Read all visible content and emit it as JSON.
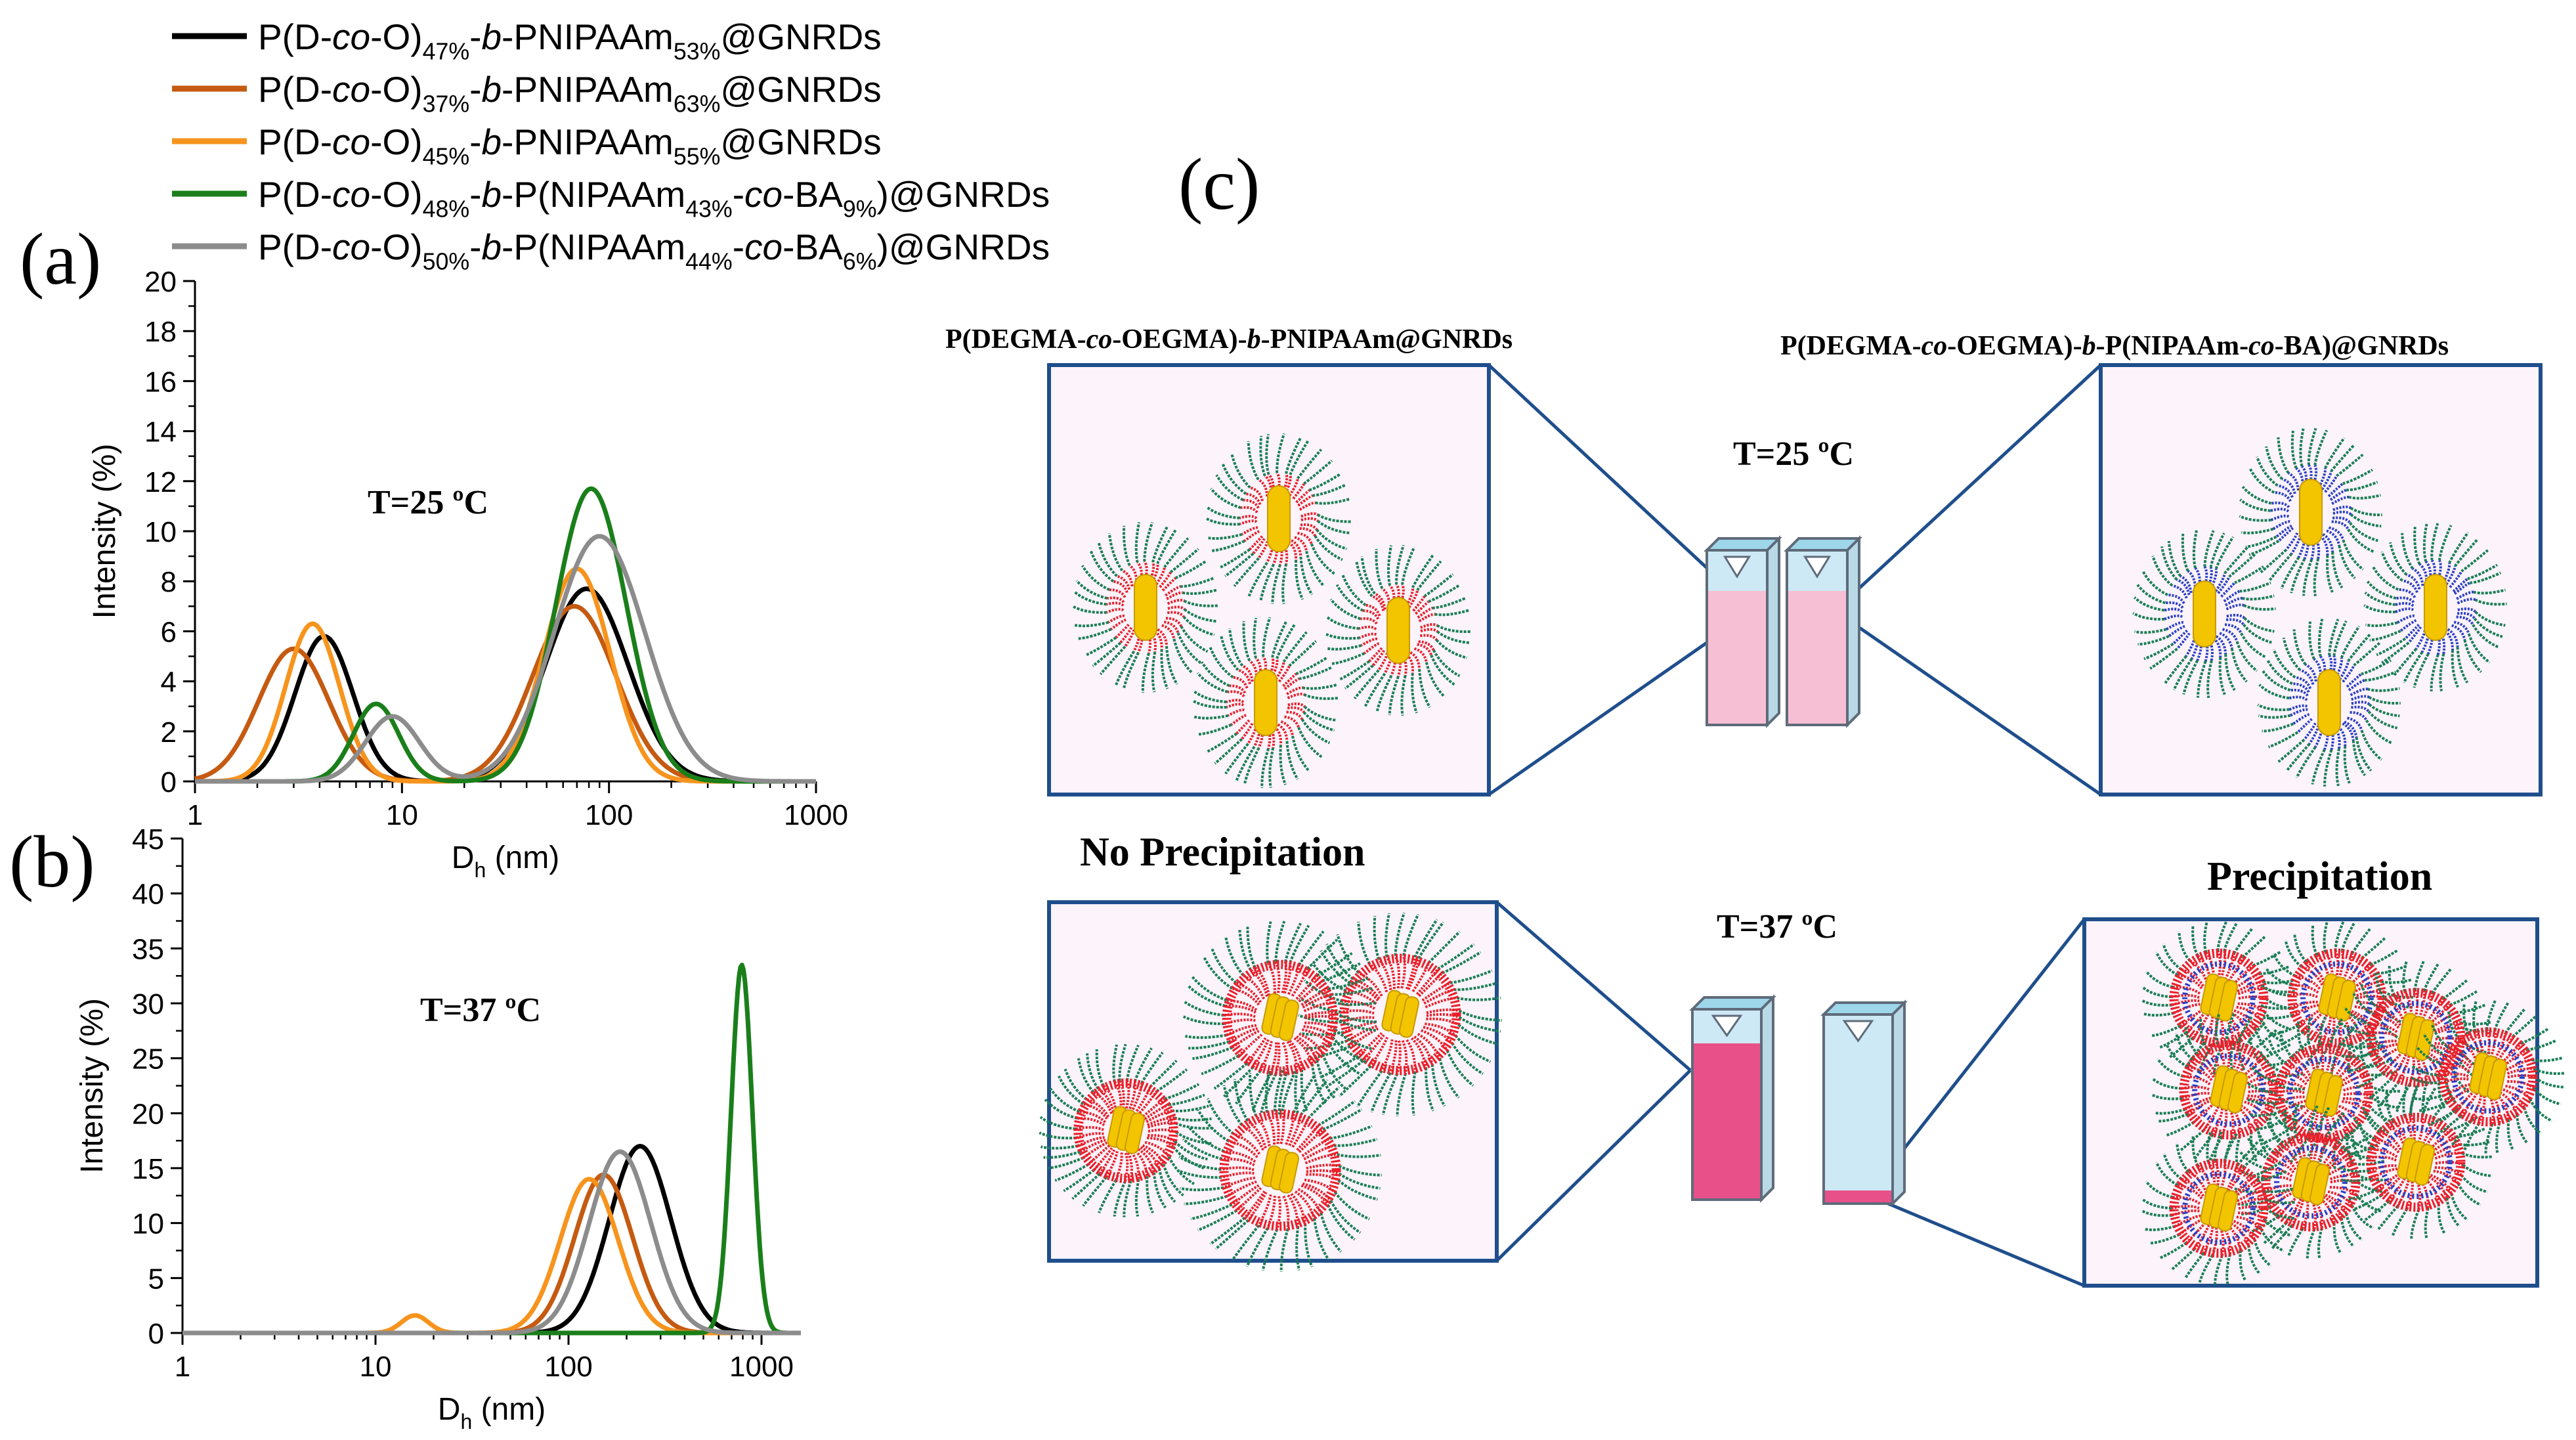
{
  "figure": {
    "panel_a_label": "(a)",
    "panel_b_label": "(b)",
    "panel_c_label": "(c)"
  },
  "legend": [
    {
      "color": "#000000",
      "parts": [
        [
          "n",
          "P(D-"
        ],
        [
          "i",
          "co"
        ],
        [
          "n",
          "-O)"
        ],
        [
          "sub",
          "47%"
        ],
        [
          "n",
          "-"
        ],
        [
          "i",
          "b"
        ],
        [
          "n",
          "-PNIPAAm"
        ],
        [
          "sub",
          "53%"
        ],
        [
          "n",
          "@GNRDs"
        ]
      ]
    },
    {
      "color": "#C55A11",
      "parts": [
        [
          "n",
          "P(D-"
        ],
        [
          "i",
          "co"
        ],
        [
          "n",
          "-O)"
        ],
        [
          "sub",
          "37%"
        ],
        [
          "n",
          "-"
        ],
        [
          "i",
          "b"
        ],
        [
          "n",
          "-PNIPAAm"
        ],
        [
          "sub",
          "63%"
        ],
        [
          "n",
          "@GNRDs"
        ]
      ]
    },
    {
      "color": "#F7941D",
      "parts": [
        [
          "n",
          "P(D-"
        ],
        [
          "i",
          "co"
        ],
        [
          "n",
          "-O)"
        ],
        [
          "sub",
          "45%"
        ],
        [
          "n",
          "-"
        ],
        [
          "i",
          "b"
        ],
        [
          "n",
          "-PNIPAAm"
        ],
        [
          "sub",
          "55%"
        ],
        [
          "n",
          "@GNRDs"
        ]
      ]
    },
    {
      "color": "#1A7F1A",
      "parts": [
        [
          "n",
          "P(D-"
        ],
        [
          "i",
          "co"
        ],
        [
          "n",
          "-O)"
        ],
        [
          "sub",
          "48%"
        ],
        [
          "n",
          "-"
        ],
        [
          "i",
          "b"
        ],
        [
          "n",
          "-P(NIPAAm"
        ],
        [
          "sub",
          "43%"
        ],
        [
          "n",
          "-"
        ],
        [
          "i",
          "co"
        ],
        [
          "n",
          "-BA"
        ],
        [
          "sub",
          "9%"
        ],
        [
          "n",
          ")@GNRDs"
        ]
      ]
    },
    {
      "color": "#8C8C8C",
      "parts": [
        [
          "n",
          "P(D-"
        ],
        [
          "i",
          "co"
        ],
        [
          "n",
          "-O)"
        ],
        [
          "sub",
          "50%"
        ],
        [
          "n",
          "-"
        ],
        [
          "i",
          "b"
        ],
        [
          "n",
          "-P(NIPAAm"
        ],
        [
          "sub",
          "44%"
        ],
        [
          "n",
          "-"
        ],
        [
          "i",
          "co"
        ],
        [
          "n",
          "-BA"
        ],
        [
          "sub",
          "6%"
        ],
        [
          "n",
          ")@GNRDs"
        ]
      ]
    }
  ],
  "chart_data": [
    {
      "type": "line",
      "panel": "a",
      "annotation": "T=25 ºC",
      "xlabel_main": "D",
      "xlabel_sub": "h",
      "xlabel_unit": " (nm)",
      "ylabel": "Intensity (%)",
      "x_scale": "log",
      "xlim": [
        1,
        1000
      ],
      "ylim": [
        0,
        20
      ],
      "x_ticks": [
        "1",
        "10",
        "100",
        "1000"
      ],
      "x_tick_values": [
        1,
        10,
        100,
        1000
      ],
      "y_ticks": [
        "0",
        "2",
        "4",
        "6",
        "8",
        "10",
        "12",
        "14",
        "16",
        "18",
        "20"
      ],
      "y_tick_values": [
        0,
        2,
        4,
        6,
        8,
        10,
        12,
        14,
        16,
        18,
        20
      ],
      "series": [
        {
          "color": "#000000",
          "peaks": [
            [
              4.2,
              5.8,
              0.14
            ],
            [
              78,
              7.7,
              0.2
            ]
          ]
        },
        {
          "color": "#C55A11",
          "peaks": [
            [
              3.0,
              5.3,
              0.17
            ],
            [
              68,
              7.0,
              0.2
            ]
          ]
        },
        {
          "color": "#F7941D",
          "peaks": [
            [
              3.7,
              6.3,
              0.13
            ],
            [
              70,
              8.5,
              0.16
            ]
          ]
        },
        {
          "color": "#1A7F1A",
          "peaks": [
            [
              7.5,
              3.1,
              0.11
            ],
            [
              82,
              11.7,
              0.17
            ]
          ]
        },
        {
          "color": "#8C8C8C",
          "peaks": [
            [
              9.0,
              2.6,
              0.13
            ],
            [
              90,
              9.8,
              0.22
            ]
          ]
        }
      ]
    },
    {
      "type": "line",
      "panel": "b",
      "annotation": "T=37 ºC",
      "xlabel_main": "D",
      "xlabel_sub": "h",
      "xlabel_unit": " (nm)",
      "ylabel": "Intensity (%)",
      "x_scale": "log",
      "xlim": [
        1,
        1600
      ],
      "ylim": [
        0,
        45
      ],
      "x_ticks": [
        "1",
        "10",
        "100",
        "1000"
      ],
      "x_tick_values": [
        1,
        10,
        100,
        1000
      ],
      "y_ticks": [
        "0",
        "5",
        "10",
        "15",
        "20",
        "25",
        "30",
        "35",
        "40",
        "45"
      ],
      "y_tick_values": [
        0,
        5,
        10,
        15,
        20,
        25,
        30,
        35,
        40,
        45
      ],
      "series": [
        {
          "color": "#000000",
          "peaks": [
            [
              235,
              17.0,
              0.16
            ]
          ]
        },
        {
          "color": "#C55A11",
          "peaks": [
            [
              152,
              14.4,
              0.15
            ]
          ]
        },
        {
          "color": "#F7941D",
          "peaks": [
            [
              16,
              1.6,
              0.07
            ],
            [
              128,
              14.0,
              0.15
            ]
          ]
        },
        {
          "color": "#1A7F1A",
          "peaks": [
            [
              790,
              33.5,
              0.055
            ]
          ]
        },
        {
          "color": "#8C8C8C",
          "peaks": [
            [
              185,
              16.5,
              0.16
            ]
          ]
        }
      ]
    }
  ],
  "schematic": {
    "left_title": [
      [
        "n",
        "P(DEGMA-"
      ],
      [
        "i",
        "co"
      ],
      [
        "n",
        "-OEGMA)-"
      ],
      [
        "i",
        "b"
      ],
      [
        "n",
        "-PNIPAAm@GNRDs"
      ]
    ],
    "right_title": [
      [
        "n",
        "P(DEGMA-"
      ],
      [
        "i",
        "co"
      ],
      [
        "n",
        "-OEGMA)-"
      ],
      [
        "i",
        "b"
      ],
      [
        "n",
        "-P(NIPAAm-"
      ],
      [
        "i",
        "co"
      ],
      [
        "n",
        "-BA)@GNRDs"
      ]
    ],
    "t25_label": "T=25 ºC",
    "t37_label": "T=37 ºC",
    "no_precip_label": "No Precipitation",
    "precip_label": "Precipitation",
    "colors": {
      "box_border": "#1F4E8C",
      "box_fill": "#FCF3FB",
      "corona": "#1A7F55",
      "shell": "#E8202A",
      "ba_shell": "#2A3FC4",
      "rod": "#F2C500",
      "rod_edge": "#C79A00",
      "liquid_light": "#F7BFD3",
      "liquid_dark": "#E8508A",
      "liquid_blue": "#CDE9F5",
      "cuvette_cap": "#9ED6EA"
    }
  }
}
